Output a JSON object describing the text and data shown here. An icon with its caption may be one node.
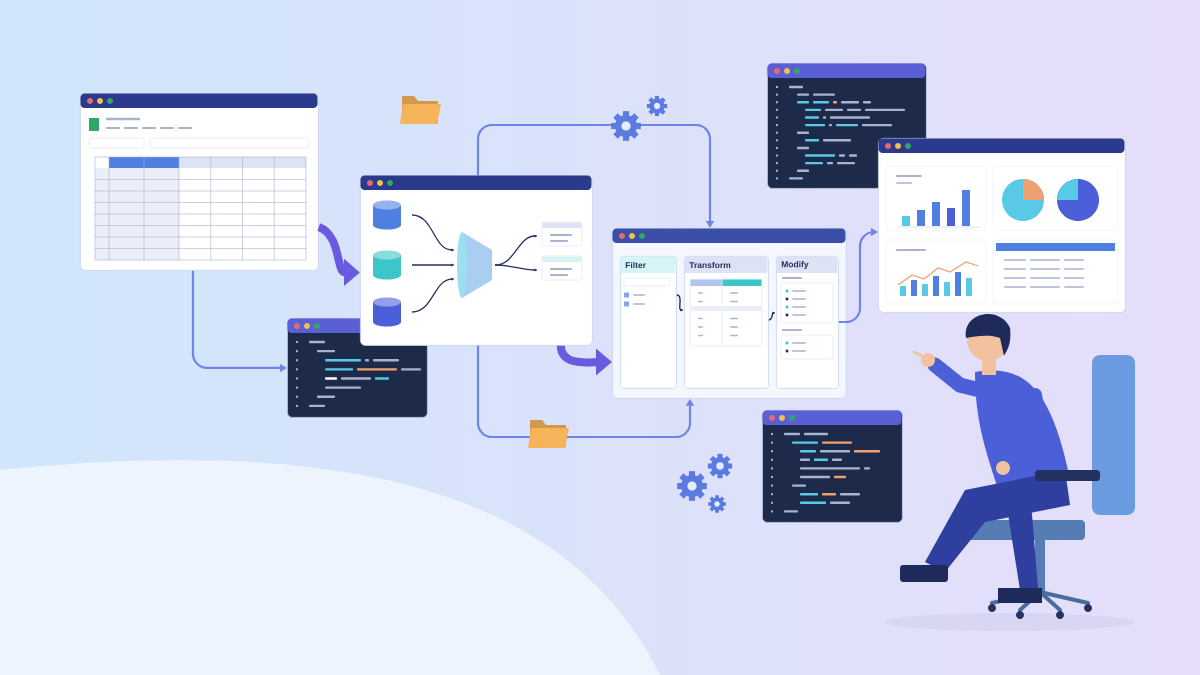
{
  "diagram": {
    "nodes": [
      {
        "text": [],
        "shape": "box"
      },
      {
        "text": [],
        "shape": "box"
      },
      {
        "text": [],
        "shape": "box"
      },
      {
        "text": [],
        "shape": "box"
      },
      {
        "text": [
          "Filter"
        ],
        "in": 3
      },
      {
        "text": [
          "Transform"
        ],
        "in": 3
      },
      {
        "text": [
          "Modify"
        ],
        "in": 3
      },
      {
        "text": [],
        "shape": "box"
      },
      {
        "text": [],
        "shape": "box"
      },
      {
        "text": [],
        "shape": "box"
      }
    ],
    "edges": [
      {
        "from": 0,
        "to": 2,
        "arrow": "to",
        "style": "thick"
      },
      {
        "from": 0,
        "to": 1,
        "arrow": "to"
      },
      {
        "from": 2,
        "to": 3,
        "arrow": "to",
        "style": "thick"
      },
      {
        "from": 2,
        "to": 3,
        "arrow": "to"
      },
      {
        "from": 2,
        "to": 3,
        "arrow": "to"
      },
      {
        "from": 4,
        "to": 5,
        "arrow": "to",
        "color": "#25315f"
      },
      {
        "from": 5,
        "to": 6,
        "arrow": "to",
        "color": "#25315f"
      },
      {
        "from": 6,
        "to": 9,
        "arrow": "to"
      }
    ]
  }
}
